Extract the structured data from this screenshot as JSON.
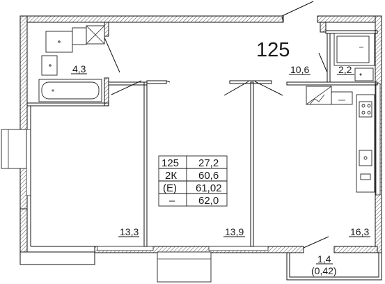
{
  "apartment_number": "125",
  "rooms": [
    {
      "id": "bathroom",
      "area": "4,3"
    },
    {
      "id": "hall",
      "area": "10,6"
    },
    {
      "id": "wc",
      "area": "2,2"
    },
    {
      "id": "room-left",
      "area": "13,3"
    },
    {
      "id": "room-middle",
      "area": "13,9"
    },
    {
      "id": "kitchen-living",
      "area": "16,3"
    }
  ],
  "balcony": {
    "area": "1,4",
    "reduced_area": "(0,42)"
  },
  "summary_table": {
    "left": [
      "125",
      "2К",
      "(Е)",
      "–"
    ],
    "right": [
      "27,2",
      "60,6",
      "61,02",
      "62,0"
    ]
  }
}
